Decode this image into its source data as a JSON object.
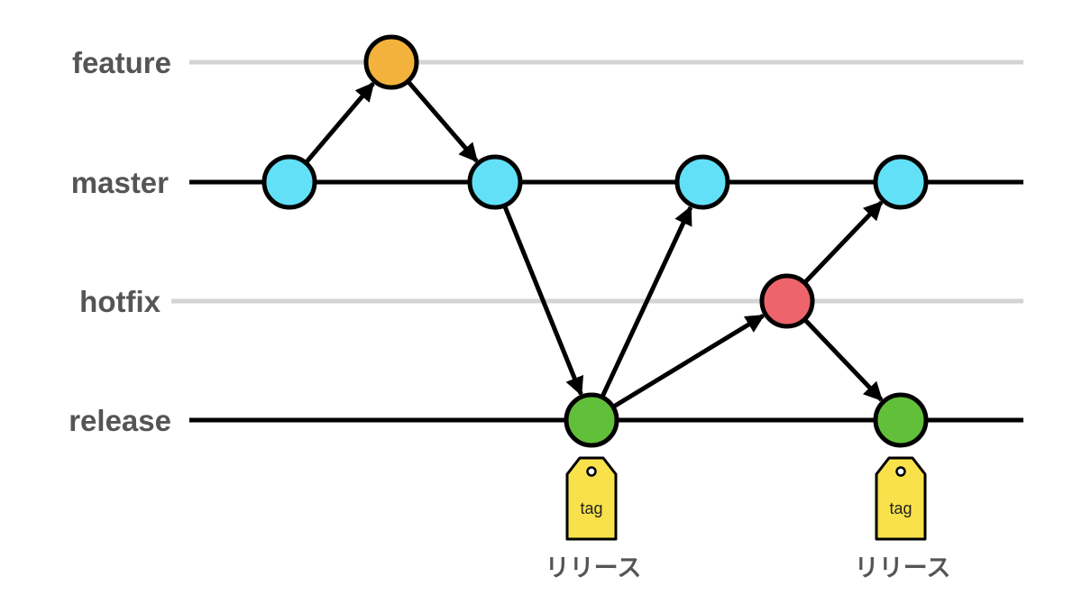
{
  "branches": {
    "feature": {
      "label": "feature",
      "active": false
    },
    "master": {
      "label": "master",
      "active": true
    },
    "hotfix": {
      "label": "hotfix",
      "active": false
    },
    "release": {
      "label": "release",
      "active": true
    }
  },
  "commits": [
    {
      "id": "m1",
      "branch": "master"
    },
    {
      "id": "f1",
      "branch": "feature"
    },
    {
      "id": "m2",
      "branch": "master"
    },
    {
      "id": "r1",
      "branch": "release"
    },
    {
      "id": "m3",
      "branch": "master"
    },
    {
      "id": "h1",
      "branch": "hotfix"
    },
    {
      "id": "m4",
      "branch": "master"
    },
    {
      "id": "r2",
      "branch": "release"
    }
  ],
  "edges": [
    {
      "from": "m1",
      "to": "f1"
    },
    {
      "from": "f1",
      "to": "m2"
    },
    {
      "from": "m2",
      "to": "r1"
    },
    {
      "from": "r1",
      "to": "m3"
    },
    {
      "from": "r1",
      "to": "h1"
    },
    {
      "from": "h1",
      "to": "m4"
    },
    {
      "from": "h1",
      "to": "r2"
    }
  ],
  "tags": [
    {
      "commit": "r1",
      "label": "tag",
      "caption": "リリース"
    },
    {
      "commit": "r2",
      "label": "tag",
      "caption": "リリース"
    }
  ],
  "colors": {
    "feature": "#f3b23c",
    "master": "#62e0f7",
    "hotfix": "#ee646b",
    "release": "#62bf3a",
    "tag": "#f8e14a",
    "active_line": "#000000",
    "inactive_line": "#d4d4d4"
  }
}
